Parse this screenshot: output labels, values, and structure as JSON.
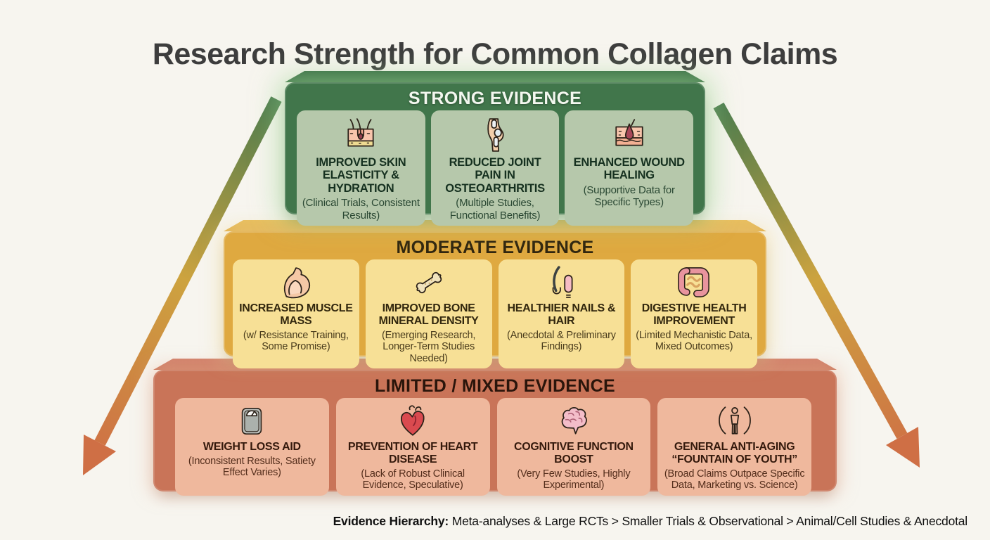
{
  "title": "Research Strength for Common Collagen Claims",
  "footer": {
    "label": "Evidence Hierarchy:",
    "text": " Meta-analyses & Large RCTs > Smaller Trials & Observational > Animal/Cell Studies & Anecdotal"
  },
  "colors": {
    "background": "#f7f5ef",
    "title": "#3d3d3d"
  },
  "arrows": {
    "gradient": [
      "#497a4d",
      "#cda33f",
      "#cf6f45"
    ]
  },
  "tiers": [
    {
      "id": "strong",
      "header": "STRONG EVIDENCE",
      "colors": {
        "frame": "#41764b",
        "bevel": "#346941",
        "card": "#b6c8ab",
        "header_text": "#f3f7ef",
        "title_text": "#15301f",
        "note_text": "#2a4833"
      },
      "cards": [
        {
          "icon": "skin-layers-icon",
          "title": "IMPROVED SKIN ELASTICITY & HYDRATION",
          "note": "(Clinical Trials, Consistent Results)"
        },
        {
          "icon": "knee-joint-icon",
          "title": "REDUCED JOINT PAIN IN OSTEOARTHRITIS",
          "note": "(Multiple Studies, Functional Benefits)"
        },
        {
          "icon": "wound-healing-icon",
          "title": "ENHANCED WOUND HEALING",
          "note": "(Supportive Data for Specific Types)"
        }
      ]
    },
    {
      "id": "moderate",
      "header": "MODERATE EVIDENCE",
      "colors": {
        "frame": "#dfa940",
        "bevel": "#e7bc59",
        "card": "#f7e096",
        "header_text": "#31260f",
        "title_text": "#32270e",
        "note_text": "#4a3c1c"
      },
      "cards": [
        {
          "icon": "muscle-arm-icon",
          "title": "INCREASED MUSCLE MASS",
          "note": "(w/ Resistance Training, Some Promise)"
        },
        {
          "icon": "bone-icon",
          "title": "IMPROVED BONE MINERAL DENSITY",
          "note": "(Emerging Research, Longer-Term Studies Needed)"
        },
        {
          "icon": "hair-nail-icon",
          "title": "HEALTHIER NAILS & HAIR",
          "note": "(Anecdotal & Preliminary Findings)"
        },
        {
          "icon": "intestine-icon",
          "title": "DIGESTIVE HEALTH IMPROVEMENT",
          "note": "(Limited Mechanistic Data, Mixed Outcomes)"
        }
      ]
    },
    {
      "id": "limited",
      "header": "LIMITED / MIXED EVIDENCE",
      "colors": {
        "frame": "#c97458",
        "bevel": "#d1806a",
        "card": "#efb89d",
        "header_text": "#2a150b",
        "title_text": "#34190c",
        "note_text": "#532d1b"
      },
      "cards": [
        {
          "icon": "scale-icon",
          "title": "WEIGHT LOSS AID",
          "note": "(Inconsistent Results, Satiety Effect Varies)"
        },
        {
          "icon": "heart-icon",
          "title": "PREVENTION OF HEART DISEASE",
          "note": "(Lack of Robust Clinical Evidence, Speculative)"
        },
        {
          "icon": "brain-icon",
          "title": "COGNITIVE FUNCTION BOOST",
          "note": "(Very Few Studies, Highly Experimental)"
        },
        {
          "icon": "anti-aging-person-icon",
          "title": "GENERAL ANTI-AGING “FOUNTAIN OF YOUTH”",
          "note": "(Broad Claims Outpace Specific Data, Marketing vs. Science)"
        }
      ]
    }
  ]
}
